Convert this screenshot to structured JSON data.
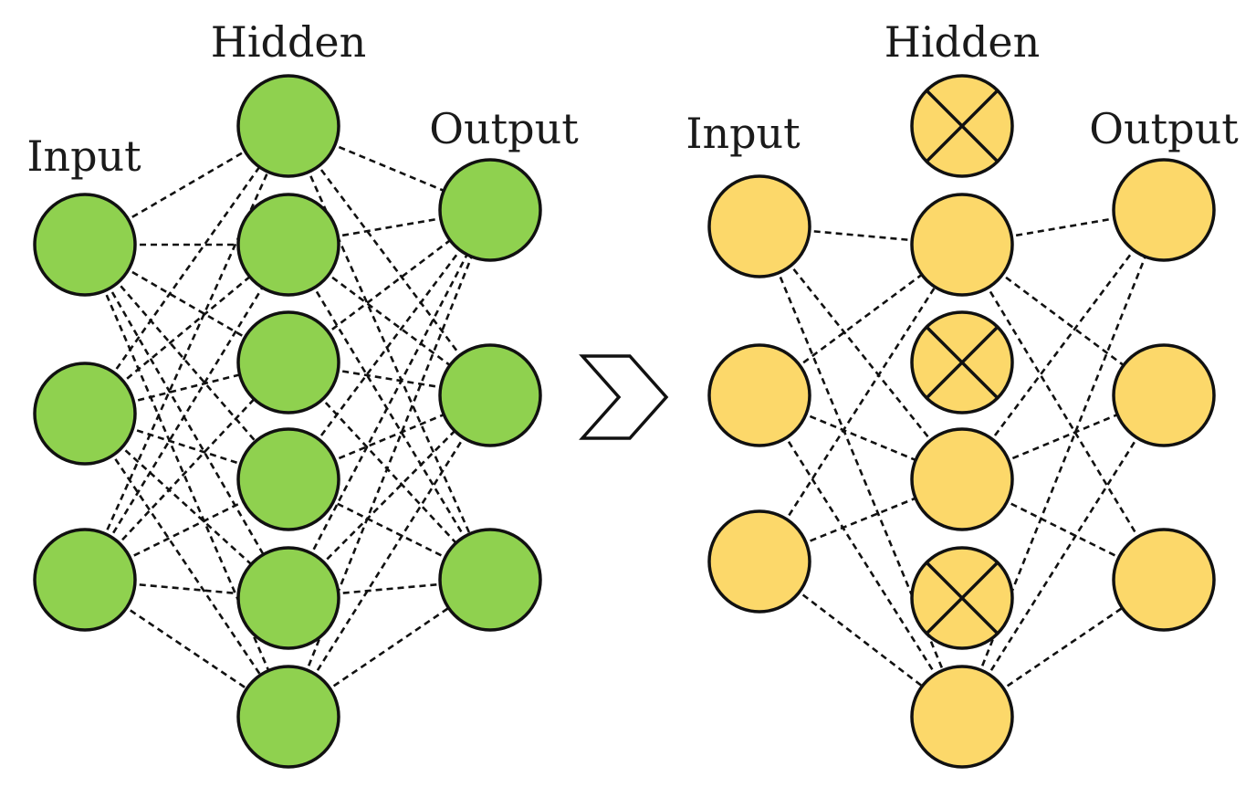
{
  "colors": {
    "full_network_node": "#8fd14f",
    "dropout_network_node": "#fcd86a",
    "stroke": "#111111",
    "background": "#ffffff"
  },
  "full_network": {
    "labels": {
      "input": "Input",
      "hidden": "Hidden",
      "output": "Output"
    },
    "input_nodes": 3,
    "hidden_nodes": 6,
    "output_nodes": 3,
    "connections": "fully-connected"
  },
  "arrow_icon": "chevron-right-icon",
  "dropout_network": {
    "labels": {
      "input": "Input",
      "hidden": "Hidden",
      "output": "Output"
    },
    "input_nodes": 3,
    "hidden_nodes": 6,
    "output_nodes": 3,
    "dropped_hidden_indices": [
      0,
      2,
      4
    ],
    "dropped_icon": "x-mark-icon"
  }
}
